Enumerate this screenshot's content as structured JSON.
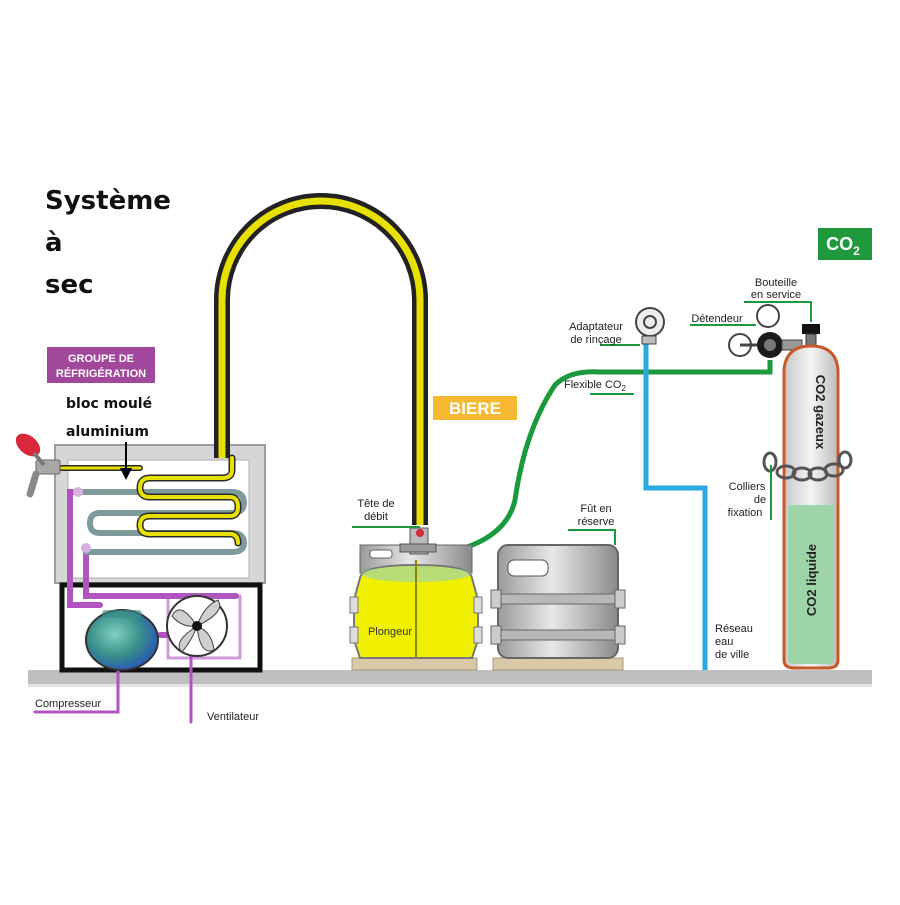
{
  "title": {
    "line1": "Système",
    "line2": "à",
    "line3": "sec"
  },
  "tags": {
    "refrigeration_line1": "GROUPE DE",
    "refrigeration_line2": "RÉFRIGÉRATION",
    "biere": "BIERE",
    "co2": "CO",
    "co2_sub": "2"
  },
  "labels": {
    "bloc_line1": "bloc moulé",
    "bloc_line2": "aluminium",
    "tete_line1": "Tête de",
    "tete_line2": "débit",
    "fut_line1": "Fût en",
    "fut_line2": "réserve",
    "plongeur": "Plongeur",
    "adaptateur_line1": "Adaptateur",
    "adaptateur_line2": "de rinçage",
    "flexible": "Flexible CO",
    "flexible_sub": "2",
    "detendeur": "Détendeur",
    "bouteille_line1": "Bouteille",
    "bouteille_line2": "en service",
    "co2_gazeux": "CO2 gazeux",
    "co2_liquide": "CO2 liquide",
    "colliers_line1": "Colliers",
    "colliers_line2": "de",
    "colliers_line3": "fixation",
    "reseau_line1": "Réseau",
    "reseau_line2": "eau",
    "reseau_line3": "de ville",
    "compresseur": "Compresseur",
    "ventilateur": "Ventilateur"
  },
  "colors": {
    "beer_line": "#e8e000",
    "co2_line": "#1a9a3a",
    "water_line": "#29a9e0",
    "refrigerant_line": "#b055c0",
    "keg_yellow": "#f0f000",
    "co2_green": "#1e9a3c",
    "co2_liquid": "#9fd3a8",
    "cylinder_gray": "#d8d8d8"
  }
}
